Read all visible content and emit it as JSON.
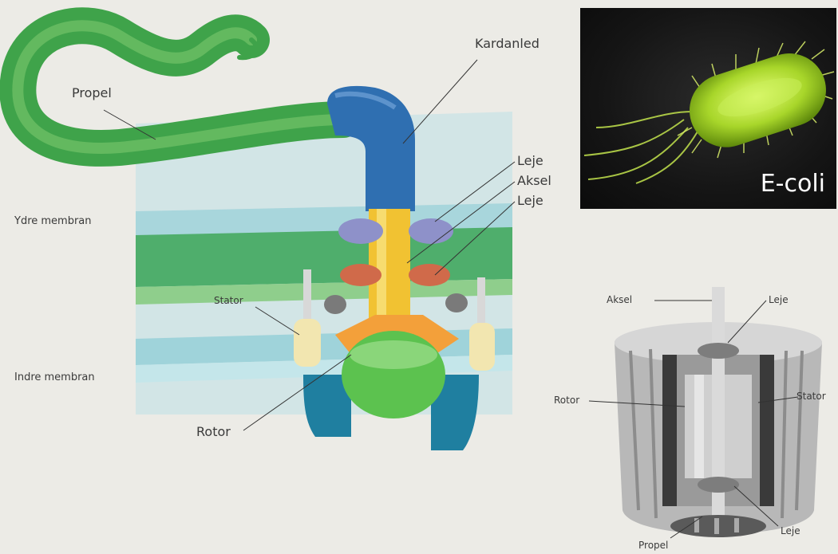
{
  "bio_motor": {
    "labels": {
      "propel": "Propel",
      "kardanled": "Kardanled",
      "leje_top": "Leje",
      "aksel": "Aksel",
      "leje_bottom": "Leje",
      "ydre_membran": "Ydre membran",
      "stator": "Stator",
      "indre_membran": "Indre membran",
      "rotor": "Rotor"
    }
  },
  "ecoli_photo": {
    "label": "E-coli"
  },
  "electric_motor": {
    "labels": {
      "aksel": "Aksel",
      "leje_top": "Leje",
      "rotor": "Rotor",
      "stator": "Stator",
      "leje_bottom": "Leje",
      "propel": "Propel"
    }
  }
}
